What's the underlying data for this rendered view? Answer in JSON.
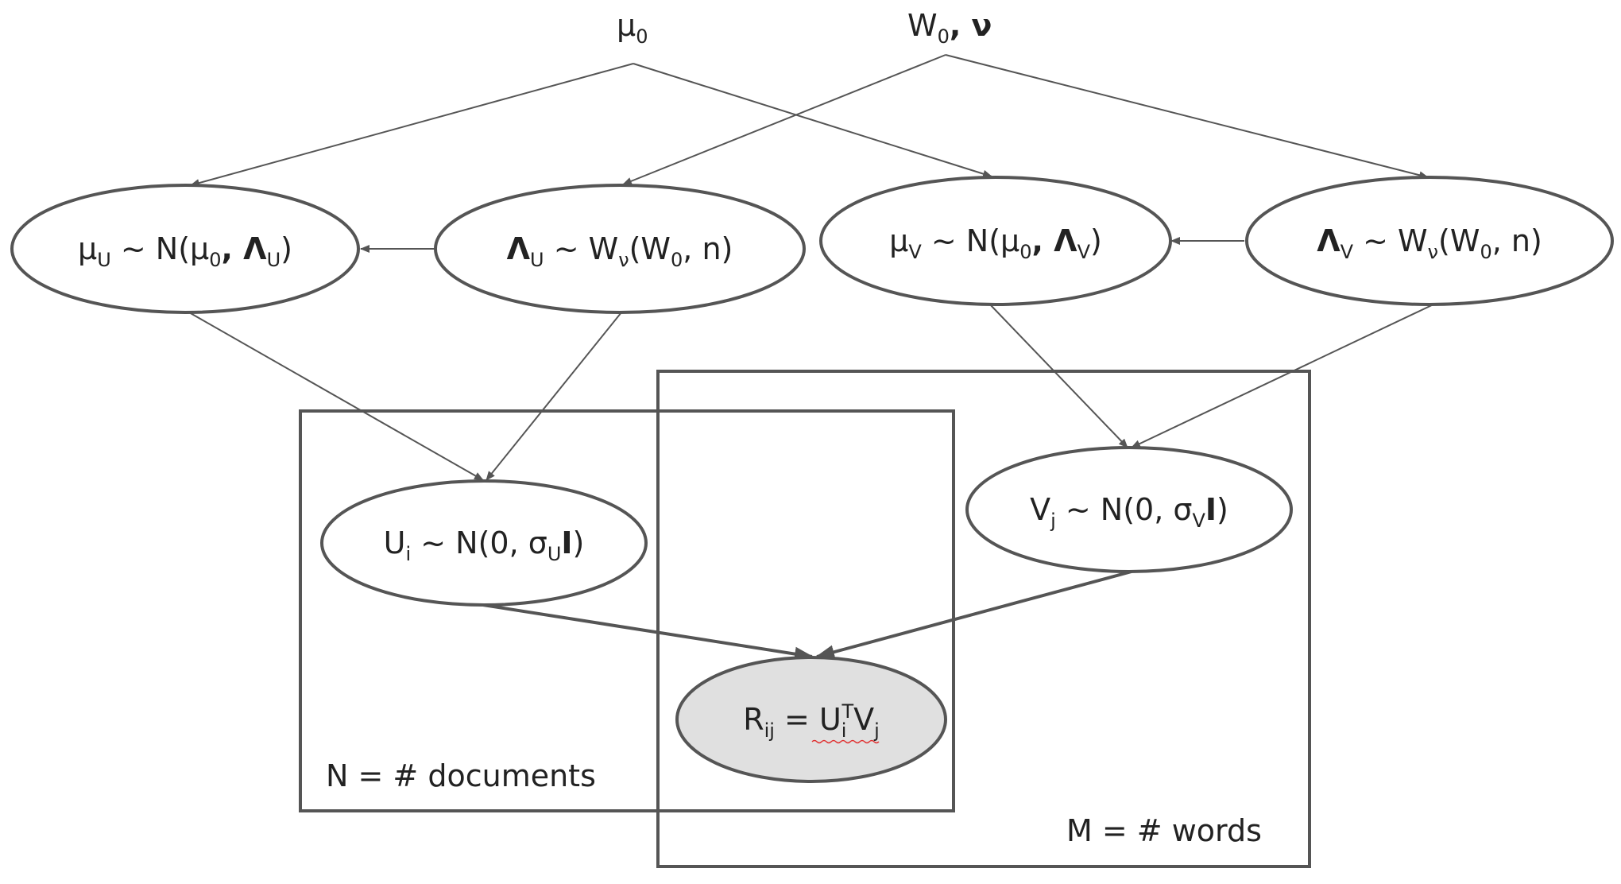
{
  "hyperparameters": {
    "mu0": {
      "base": "μ",
      "sub": "0"
    },
    "w0_nu": {
      "base": "W",
      "sub": "0",
      "rest": ", ν"
    }
  },
  "nodes": {
    "mu_u": {
      "text_a": "μ",
      "sub_a": "U",
      "text_b": " ~ N(μ",
      "sub_b": "0",
      "text_c": ", Λ",
      "sub_c": "U",
      "text_d": ")"
    },
    "lambda_u": {
      "text_a": "Λ",
      "sub_a": "U",
      "text_b": " ~ W",
      "sub_b": "ν",
      "text_c": "(W",
      "sub_c": "0",
      "text_d": ", n)"
    },
    "mu_v": {
      "text_a": "μ",
      "sub_a": "V",
      "text_b": " ~ N(μ",
      "sub_b": "0",
      "text_c": ", Λ",
      "sub_c": "V",
      "text_d": ")"
    },
    "lambda_v": {
      "text_a": "Λ",
      "sub_a": "V",
      "text_b": " ~ W",
      "sub_b": "ν",
      "text_c": "(W",
      "sub_c": "0",
      "text_d": ", n)"
    },
    "u_i": {
      "text_a": "U",
      "sub_a": "i",
      "text_b": " ~ N(0, σ",
      "sub_b": "U",
      "bold": "I",
      "text_c": ")"
    },
    "v_j": {
      "text_a": "V",
      "sub_a": "j",
      "text_b": " ~ N(0, σ",
      "sub_b": "V",
      "bold": "I",
      "text_c": ")"
    },
    "r_ij": {
      "text_a": "R",
      "sub_a": "ij",
      "text_b": " = U",
      "sub_b": "i",
      "sup_b": "T",
      "text_c": "V",
      "sub_c": "j"
    }
  },
  "plates": {
    "documents": {
      "label": "N = # documents"
    },
    "words": {
      "label": "M = # words"
    }
  },
  "colors": {
    "stroke": "#555555",
    "observed_fill": "#e0e0e0",
    "text": "#222222"
  }
}
